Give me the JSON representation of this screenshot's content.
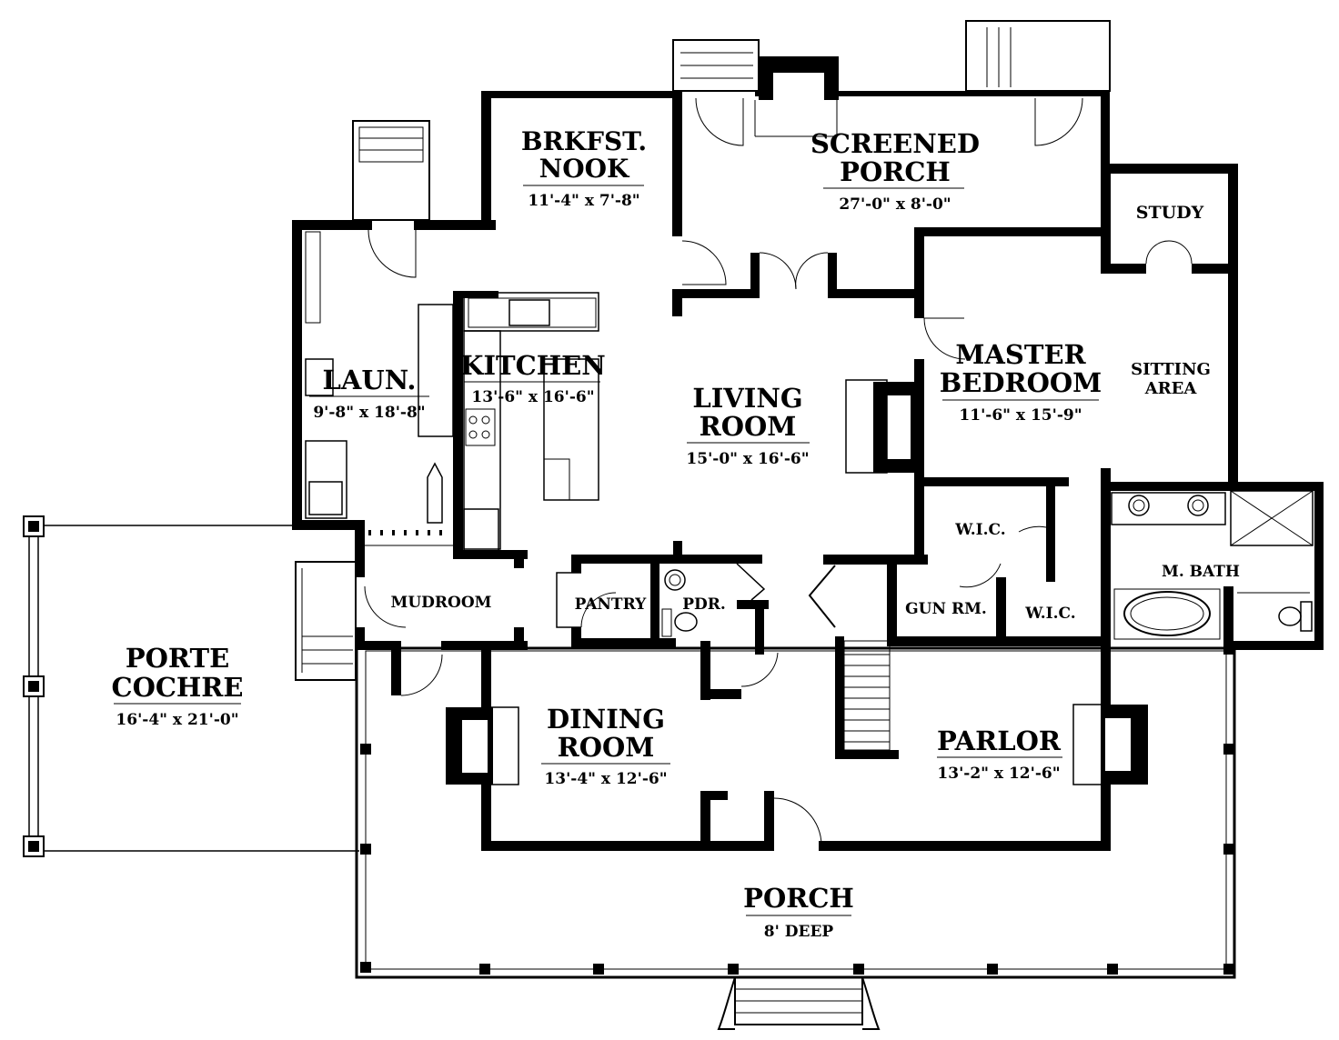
{
  "rooms": {
    "brkfst_nook": {
      "line1": "BRKFST.",
      "line2": "NOOK",
      "dim": "11'-4\" x 7'-8\""
    },
    "screened_porch": {
      "line1": "SCREENED",
      "line2": "PORCH",
      "dim": "27'-0\" x 8'-0\""
    },
    "study": {
      "line1": "STUDY"
    },
    "kitchen": {
      "line1": "KITCHEN",
      "dim": "13'-6\" x 16'-6\""
    },
    "laundry": {
      "line1": "LAUN.",
      "dim": "9'-8\" x 18'-8\""
    },
    "living_room": {
      "line1": "LIVING",
      "line2": "ROOM",
      "dim": "15'-0\" x 16'-6\""
    },
    "master_bedroom": {
      "line1": "MASTER",
      "line2": "BEDROOM",
      "dim": "11'-6\" x 15'-9\""
    },
    "sitting_area": {
      "line1": "SITTING",
      "line2": "AREA"
    },
    "wic_upper": {
      "line1": "W.I.C."
    },
    "wic_lower": {
      "line1": "W.I.C."
    },
    "gun_room": {
      "line1": "GUN RM."
    },
    "master_bath": {
      "line1": "M. BATH"
    },
    "mudroom": {
      "line1": "MUDROOM"
    },
    "pantry": {
      "line1": "PANTRY"
    },
    "powder": {
      "line1": "PDR."
    },
    "porte_cochere": {
      "line1": "PORTE",
      "line2": "COCHRE",
      "dim": "16'-4\" x 21'-0\""
    },
    "dining_room": {
      "line1": "DINING",
      "line2": "ROOM",
      "dim": "13'-4\" x 12'-6\""
    },
    "parlor": {
      "line1": "PARLOR",
      "dim": "13'-2\" x 12'-6\""
    },
    "porch": {
      "line1": "PORCH",
      "dim": "8' DEEP"
    }
  }
}
